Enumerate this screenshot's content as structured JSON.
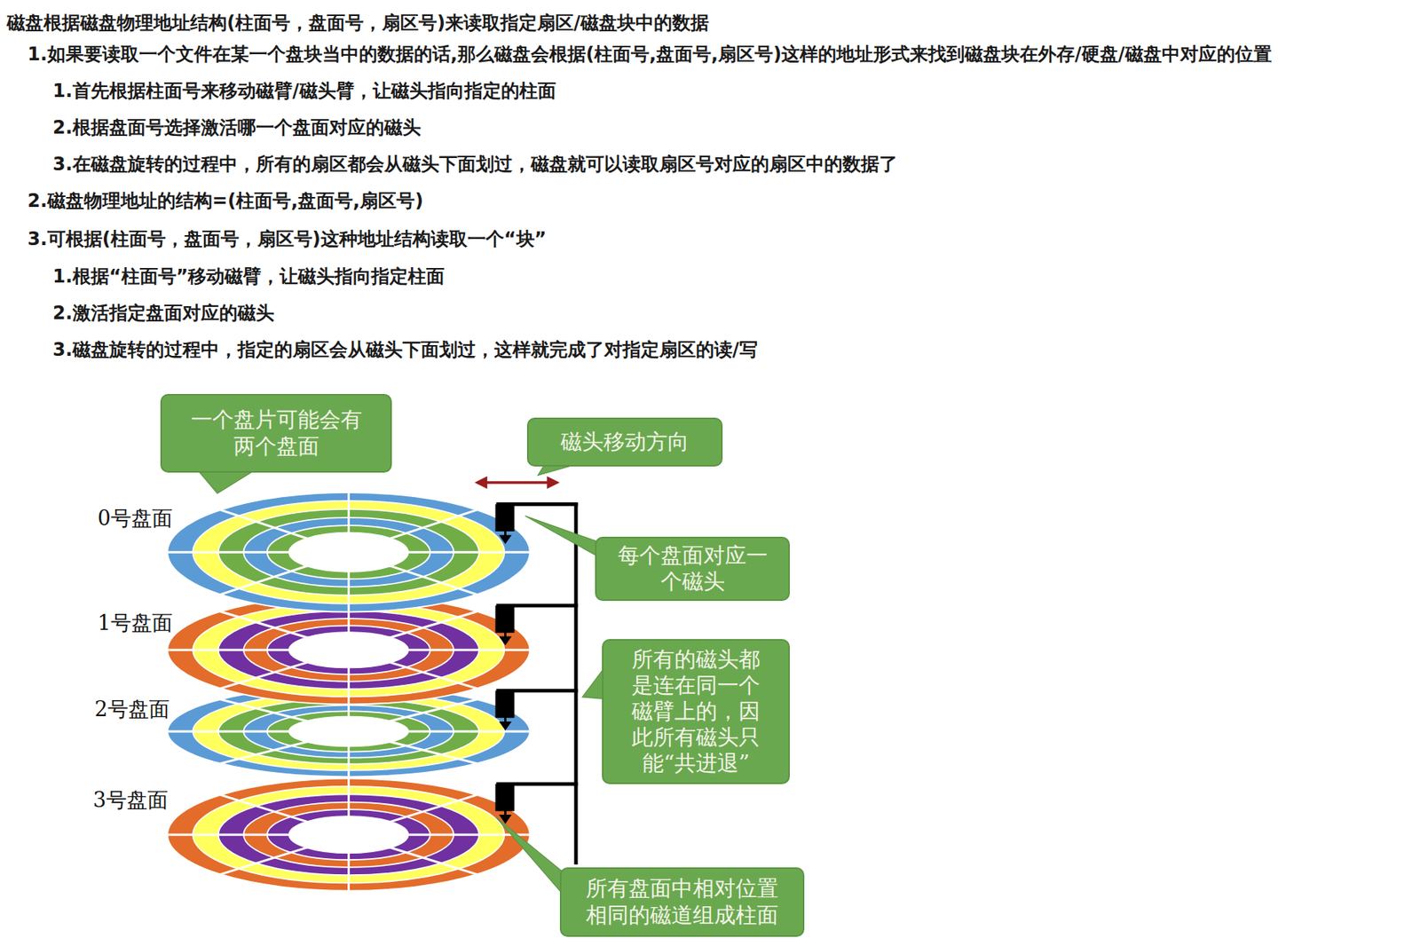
{
  "diagram": {
    "title": "磁盘根据磁盘物理地址结构(柱面号，盘面号，扇区号)来读取指定扇区/磁盘块中的数据",
    "nodes": [
      {
        "text": [
          "一个盘片可能会有两个盘面"
        ]
      },
      {
        "text": [
          "磁头移动方向"
        ]
      },
      {
        "text": [
          "每个盘面对应一个磁头"
        ]
      },
      {
        "text": [
          "所有的磁头都是连在同一个磁臂上的，因此所有磁头只能“共进退”"
        ]
      },
      {
        "text": [
          "所有盘面中相对位置相同的磁道组成柱面"
        ]
      }
    ],
    "labels": [
      "1.如果要读取一个文件在某一个盘块当中的数据的话,那么磁盘会根据(柱面号,盘面号,扇区号)这样的地址形式来找到磁盘块在外存/硬盘/磁盘中对应的位置",
      "1.首先根据柱面号来移动磁臂/磁头臂，让磁头指向指定的柱面",
      "2.根据盘面号选择激活哪一个盘面对应的磁头",
      "3.在磁盘旋转的过程中，所有的扇区都会从磁头下面划过，磁盘就可以读取扇区号对应的扇区中的数据了",
      "2.磁盘物理地址的结构=(柱面号,盘面号,扇区号)",
      "3.可根据(柱面号，盘面号，扇区号)这种地址结构读取一个“块”",
      "1.根据“柱面号”移动磁臂，让磁头指向指定柱面",
      "2.激活指定盘面对应的磁头",
      "3.磁盘旋转的过程中，指定的扇区会从磁头下面划过，这样就完成了对指定扇区的读/写",
      "0号盘面",
      "1号盘面",
      "2号盘面",
      "3号盘面"
    ]
  }
}
